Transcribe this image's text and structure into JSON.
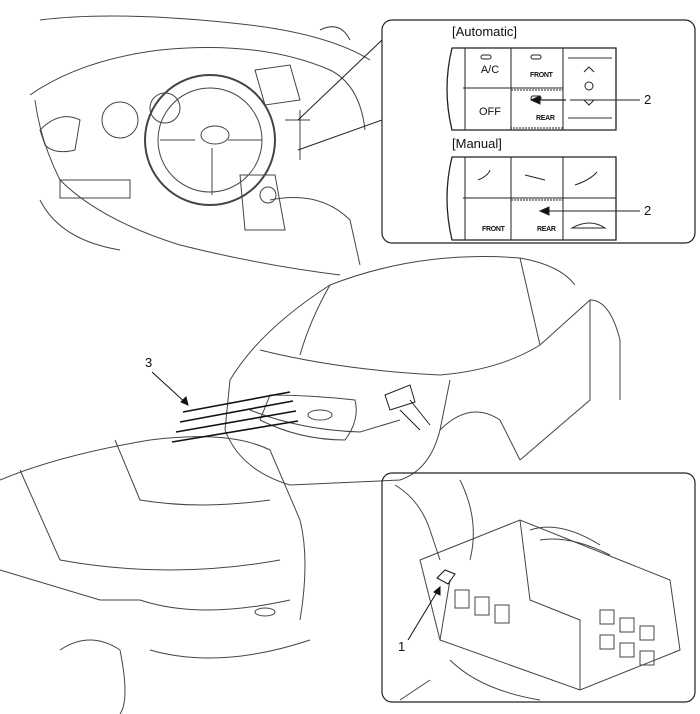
{
  "callouts": {
    "automatic_title": "[Automatic]",
    "manual_title": "[Manual]",
    "rear_defog_switch_auto": "2",
    "rear_defog_switch_manual": "2",
    "rear_window_heater": "3",
    "fuse_box_relay": "1"
  },
  "automatic_panel": {
    "ac": "A/C",
    "off": "OFF",
    "front": "FRONT",
    "rear": "REAR"
  },
  "manual_panel": {
    "front": "FRONT",
    "rear": "REAR"
  }
}
